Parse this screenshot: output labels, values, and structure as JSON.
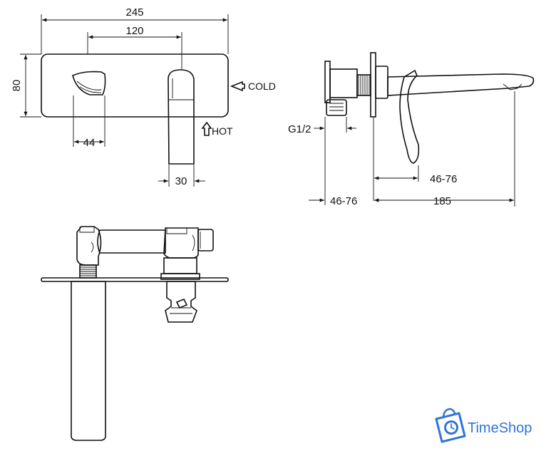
{
  "front_view": {
    "dim_total_width": "245",
    "dim_center_distance": "120",
    "dim_height": "80",
    "dim_spout_width": "44",
    "dim_handle_width": "30",
    "label_cold": "COLD",
    "label_hot": "HOT"
  },
  "side_view": {
    "dim_thread": "G1/2",
    "dim_depth_handle": "46-76",
    "dim_depth_body": "46-76",
    "dim_spout_length": "185"
  },
  "brand": {
    "name": "TimeShop",
    "color": "#2e75d6"
  },
  "icons": {
    "cold_arrow": "arrow-left-icon",
    "hot_arrow": "arrow-up-icon",
    "logo": "clock-bag-icon"
  }
}
